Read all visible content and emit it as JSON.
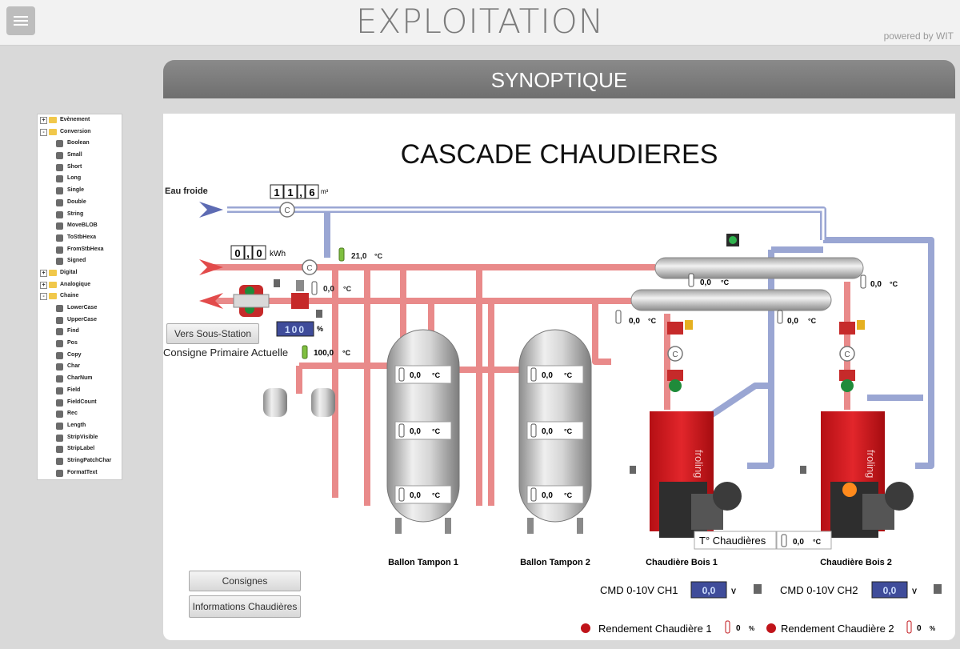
{
  "header": {
    "title": "EXPLOITATION",
    "powered_by": "powered by WIT"
  },
  "section": {
    "title": "SYNOPTIQUE"
  },
  "tree": [
    {
      "label": "Evènement",
      "level": 0,
      "type": "folder",
      "expander": "+"
    },
    {
      "label": "Conversion",
      "level": 0,
      "type": "folder",
      "expander": "-"
    },
    {
      "label": "Boolean",
      "level": 1,
      "type": "fn"
    },
    {
      "label": "Small",
      "level": 1,
      "type": "fn"
    },
    {
      "label": "Short",
      "level": 1,
      "type": "fn"
    },
    {
      "label": "Long",
      "level": 1,
      "type": "fn"
    },
    {
      "label": "Single",
      "level": 1,
      "type": "fn"
    },
    {
      "label": "Double",
      "level": 1,
      "type": "fn"
    },
    {
      "label": "String",
      "level": 1,
      "type": "fn"
    },
    {
      "label": "MoveBLOB",
      "level": 1,
      "type": "fn"
    },
    {
      "label": "ToStbHexa",
      "level": 1,
      "type": "fn"
    },
    {
      "label": "FromStbHexa",
      "level": 1,
      "type": "fn"
    },
    {
      "label": "Signed",
      "level": 1,
      "type": "fn"
    },
    {
      "label": "Digital",
      "level": 0,
      "type": "folder",
      "expander": "+"
    },
    {
      "label": "Analogique",
      "level": 0,
      "type": "folder",
      "expander": "+"
    },
    {
      "label": "Chaine",
      "level": 0,
      "type": "folder",
      "expander": "-"
    },
    {
      "label": "LowerCase",
      "level": 1,
      "type": "fn"
    },
    {
      "label": "UpperCase",
      "level": 1,
      "type": "fn"
    },
    {
      "label": "Find",
      "level": 1,
      "type": "fn"
    },
    {
      "label": "Pos",
      "level": 1,
      "type": "fn"
    },
    {
      "label": "Copy",
      "level": 1,
      "type": "fn"
    },
    {
      "label": "Char",
      "level": 1,
      "type": "fn"
    },
    {
      "label": "CharNum",
      "level": 1,
      "type": "fn"
    },
    {
      "label": "Field",
      "level": 1,
      "type": "fn"
    },
    {
      "label": "FieldCount",
      "level": 1,
      "type": "fn"
    },
    {
      "label": "Rec",
      "level": 1,
      "type": "fn"
    },
    {
      "label": "Length",
      "level": 1,
      "type": "fn"
    },
    {
      "label": "StripVisible",
      "level": 1,
      "type": "fn"
    },
    {
      "label": "StripLabel",
      "level": 1,
      "type": "fn"
    },
    {
      "label": "StringPatchChar",
      "level": 1,
      "type": "fn"
    },
    {
      "label": "FormatText",
      "level": 1,
      "type": "fn"
    }
  ],
  "synoptic": {
    "title": "CASCADE CHAUDIERES",
    "cold_water": {
      "label": "Eau froide",
      "d1": "1",
      "d2": "1",
      "sep": ",",
      "d3": "6",
      "unit": "m³"
    },
    "energy": {
      "d1": "0",
      "sep": ",",
      "d2": "0",
      "unit": "kWh"
    },
    "temp_primary": {
      "value": "21,0",
      "unit": "°C"
    },
    "temp_return": {
      "value": "0,0",
      "unit": "°C"
    },
    "valve_position": {
      "value": "100",
      "unit": "%"
    },
    "consigne": {
      "label": "Consigne Primaire Actuelle",
      "value": "100,0",
      "unit": "°C"
    },
    "sous_station_button": "Vers Sous-Station",
    "tanks": [
      {
        "name": "Ballon Tampon 1",
        "temps": [
          "0,0",
          "0,0",
          "0,0"
        ]
      },
      {
        "name": "Ballon Tampon 2",
        "temps": [
          "0,0",
          "0,0",
          "0,0"
        ]
      }
    ],
    "temp_unit": "°C",
    "collector_hot_temp": "0,0",
    "collector_hot_right_temp": "0,0",
    "collector_return_temp": "0,0",
    "boiler_left_temp": "0,0",
    "boiler_right_temp": "0,0",
    "boilers": [
      {
        "name": "Chaudière Bois 1",
        "brand": "froling"
      },
      {
        "name": "Chaudière Bois 2",
        "brand": "froling"
      }
    ],
    "boilers_temp": {
      "label": "T° Chaudières",
      "value": "0,0",
      "unit": "°C"
    },
    "cmd1": {
      "label": "CMD 0-10V CH1",
      "value": "0,0",
      "unit": "V"
    },
    "cmd2": {
      "label": "CMD 0-10V CH2",
      "value": "0,0",
      "unit": "V"
    },
    "rendement1": {
      "label": "Rendement Chaudière 1",
      "value": "0",
      "unit": "%"
    },
    "rendement2": {
      "label": "Rendement Chaudière 2",
      "value": "0",
      "unit": "%"
    },
    "buttons": {
      "consignes": "Consignes",
      "informations": "Informations Chaudières"
    },
    "pump_symbol": "C",
    "colors": {
      "hot_pipe": "#e98a8a",
      "cold_pipe": "#9aa6d3",
      "boiler_red": "#d8171c",
      "display_blue": "#3f4c9a"
    }
  }
}
